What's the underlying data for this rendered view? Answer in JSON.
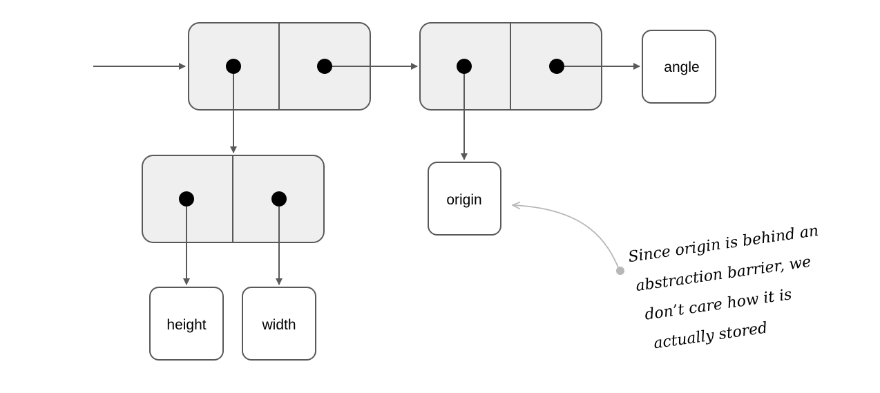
{
  "diagram": {
    "nodes": {
      "angle": "angle",
      "origin": "origin",
      "height": "height",
      "width": "width"
    },
    "annotation": {
      "lines": [
        "Since origin is behind an",
        "abstraction barrier, we",
        "don’t care how it is",
        "actually stored"
      ]
    }
  },
  "colors": {
    "cell_fill": "#efefef",
    "stroke": "#595959",
    "pointer_dot": "#000000",
    "annotation_arrow": "#b7b7b7"
  }
}
